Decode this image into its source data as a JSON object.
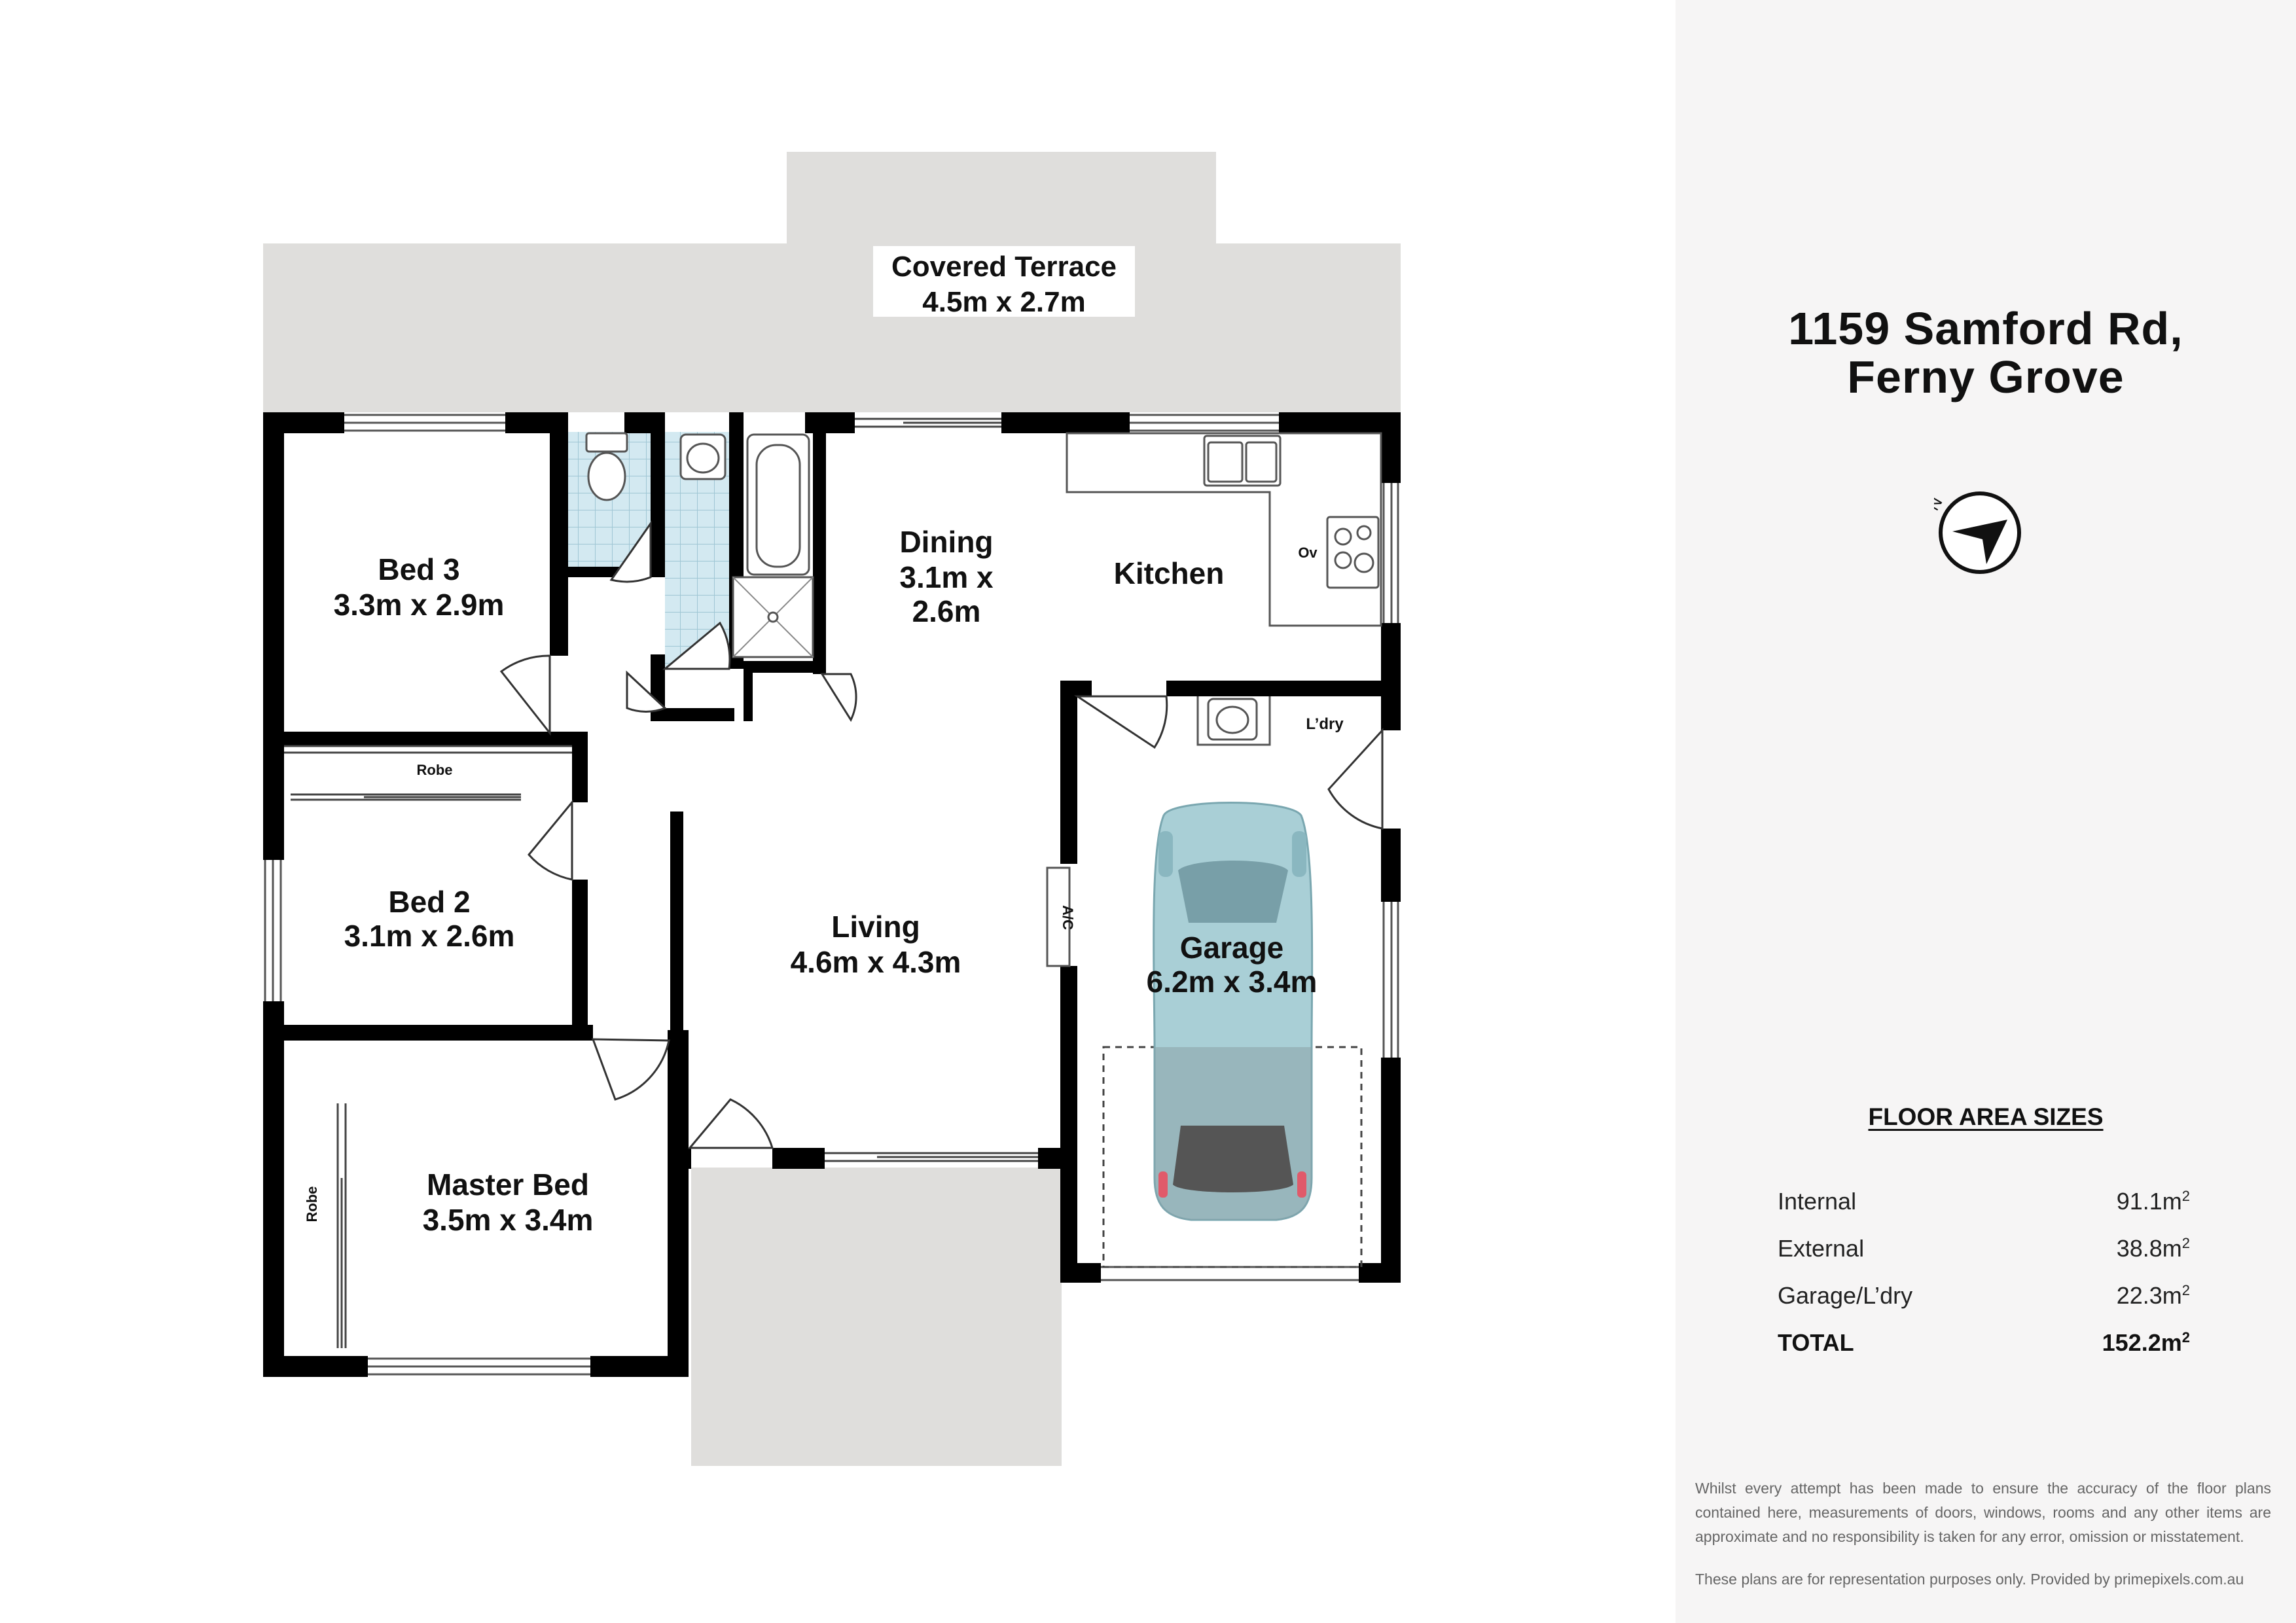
{
  "property": {
    "address_line1": "1159 Samford Rd,",
    "address_line2": "Ferny Grove"
  },
  "compass": {
    "icon": "north-arrow-icon",
    "letter": "N"
  },
  "floor_area": {
    "heading": "FLOOR AREA SIZES",
    "rows": [
      {
        "label": "Internal",
        "value": "91.1m",
        "unit_sup": "2"
      },
      {
        "label": "External",
        "value": "38.8m",
        "unit_sup": "2"
      },
      {
        "label": "Garage/L’dry",
        "value": "22.3m",
        "unit_sup": "2"
      }
    ],
    "total": {
      "label": "TOTAL",
      "value": "152.2m",
      "unit_sup": "2"
    }
  },
  "rooms": {
    "covered_terrace": {
      "name": "Covered Terrace",
      "size": "4.5m x 2.7m"
    },
    "bed3": {
      "name": "Bed 3",
      "size": "3.3m x 2.9m"
    },
    "dining": {
      "name": "Dining",
      "size_l1": "3.1m x",
      "size_l2": "2.6m"
    },
    "kitchen": {
      "name": "Kitchen"
    },
    "bed2": {
      "name": "Bed 2",
      "size": "3.1m x 2.6m"
    },
    "living": {
      "name": "Living",
      "size": "4.6m x 4.3m"
    },
    "garage": {
      "name": "Garage",
      "size": "6.2m x 3.4m"
    },
    "master_bed": {
      "name": "Master Bed",
      "size": "3.5m x 3.4m"
    }
  },
  "labels": {
    "robe_bed2": "Robe",
    "robe_master": "Robe",
    "laundry": "L’dry",
    "oven": "Ov",
    "ac": "A/C"
  },
  "disclaimer": "Whilst every attempt has been made to ensure the accuracy of the floor plans contained here, measurements of doors, windows, rooms and any other items are approximate and no responsibility is taken for any error, omission or misstatement.",
  "provided": "These plans are for representation purposes only. Provided by primepixels.com.au",
  "colors": {
    "wall": "#000000",
    "outdoor": "#dfdedc",
    "tile": "#cfe7ef",
    "car_body": "#a9cfd6",
    "panel_bg": "#f6f5f5"
  }
}
